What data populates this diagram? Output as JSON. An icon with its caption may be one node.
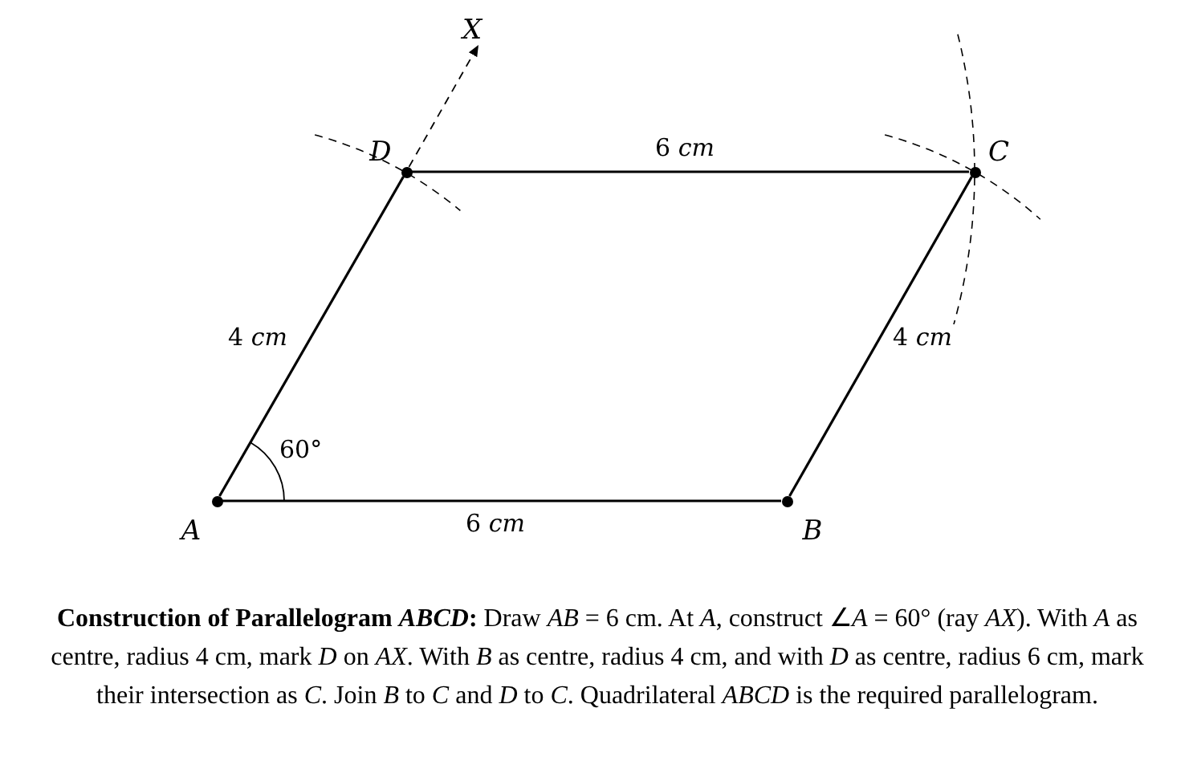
{
  "diagram": {
    "caption": "**Construction of Parallelogram *ABCD*:** Draw *AB* = 6 cm. At *A*, construct ∠*A* = 60° (ray *AX*). With *A* as centre, radius 4 cm, mark *D* on *AX*. With *B* as centre, radius 4 cm, and with *D* as centre, radius 6 cm, mark their intersection as *C*. Join *B* to *C* and *D* to *C*. Quadrilateral *ABCD* is the required parallelogram.",
    "nodes": [
      {
        "text": [
          "X"
        ]
      },
      {
        "text": [
          "D"
        ]
      },
      {
        "text": [
          "C"
        ]
      },
      {
        "text": [
          "A"
        ]
      },
      {
        "text": [
          "B"
        ]
      }
    ],
    "edges": [
      {
        "from": 3,
        "to": 4,
        "arrow": "none",
        "label": "6 *cm*"
      },
      {
        "from": 4,
        "to": 2,
        "arrow": "none",
        "label": "4 *cm*"
      },
      {
        "from": 1,
        "to": 2,
        "arrow": "none",
        "label": "6 *cm*"
      },
      {
        "from": 3,
        "to": 1,
        "arrow": "none",
        "label": "4 *cm*"
      },
      {
        "from": 1,
        "to": 0,
        "arrow": "to",
        "style": "dashed"
      }
    ],
    "labels": [
      "60°"
    ]
  }
}
